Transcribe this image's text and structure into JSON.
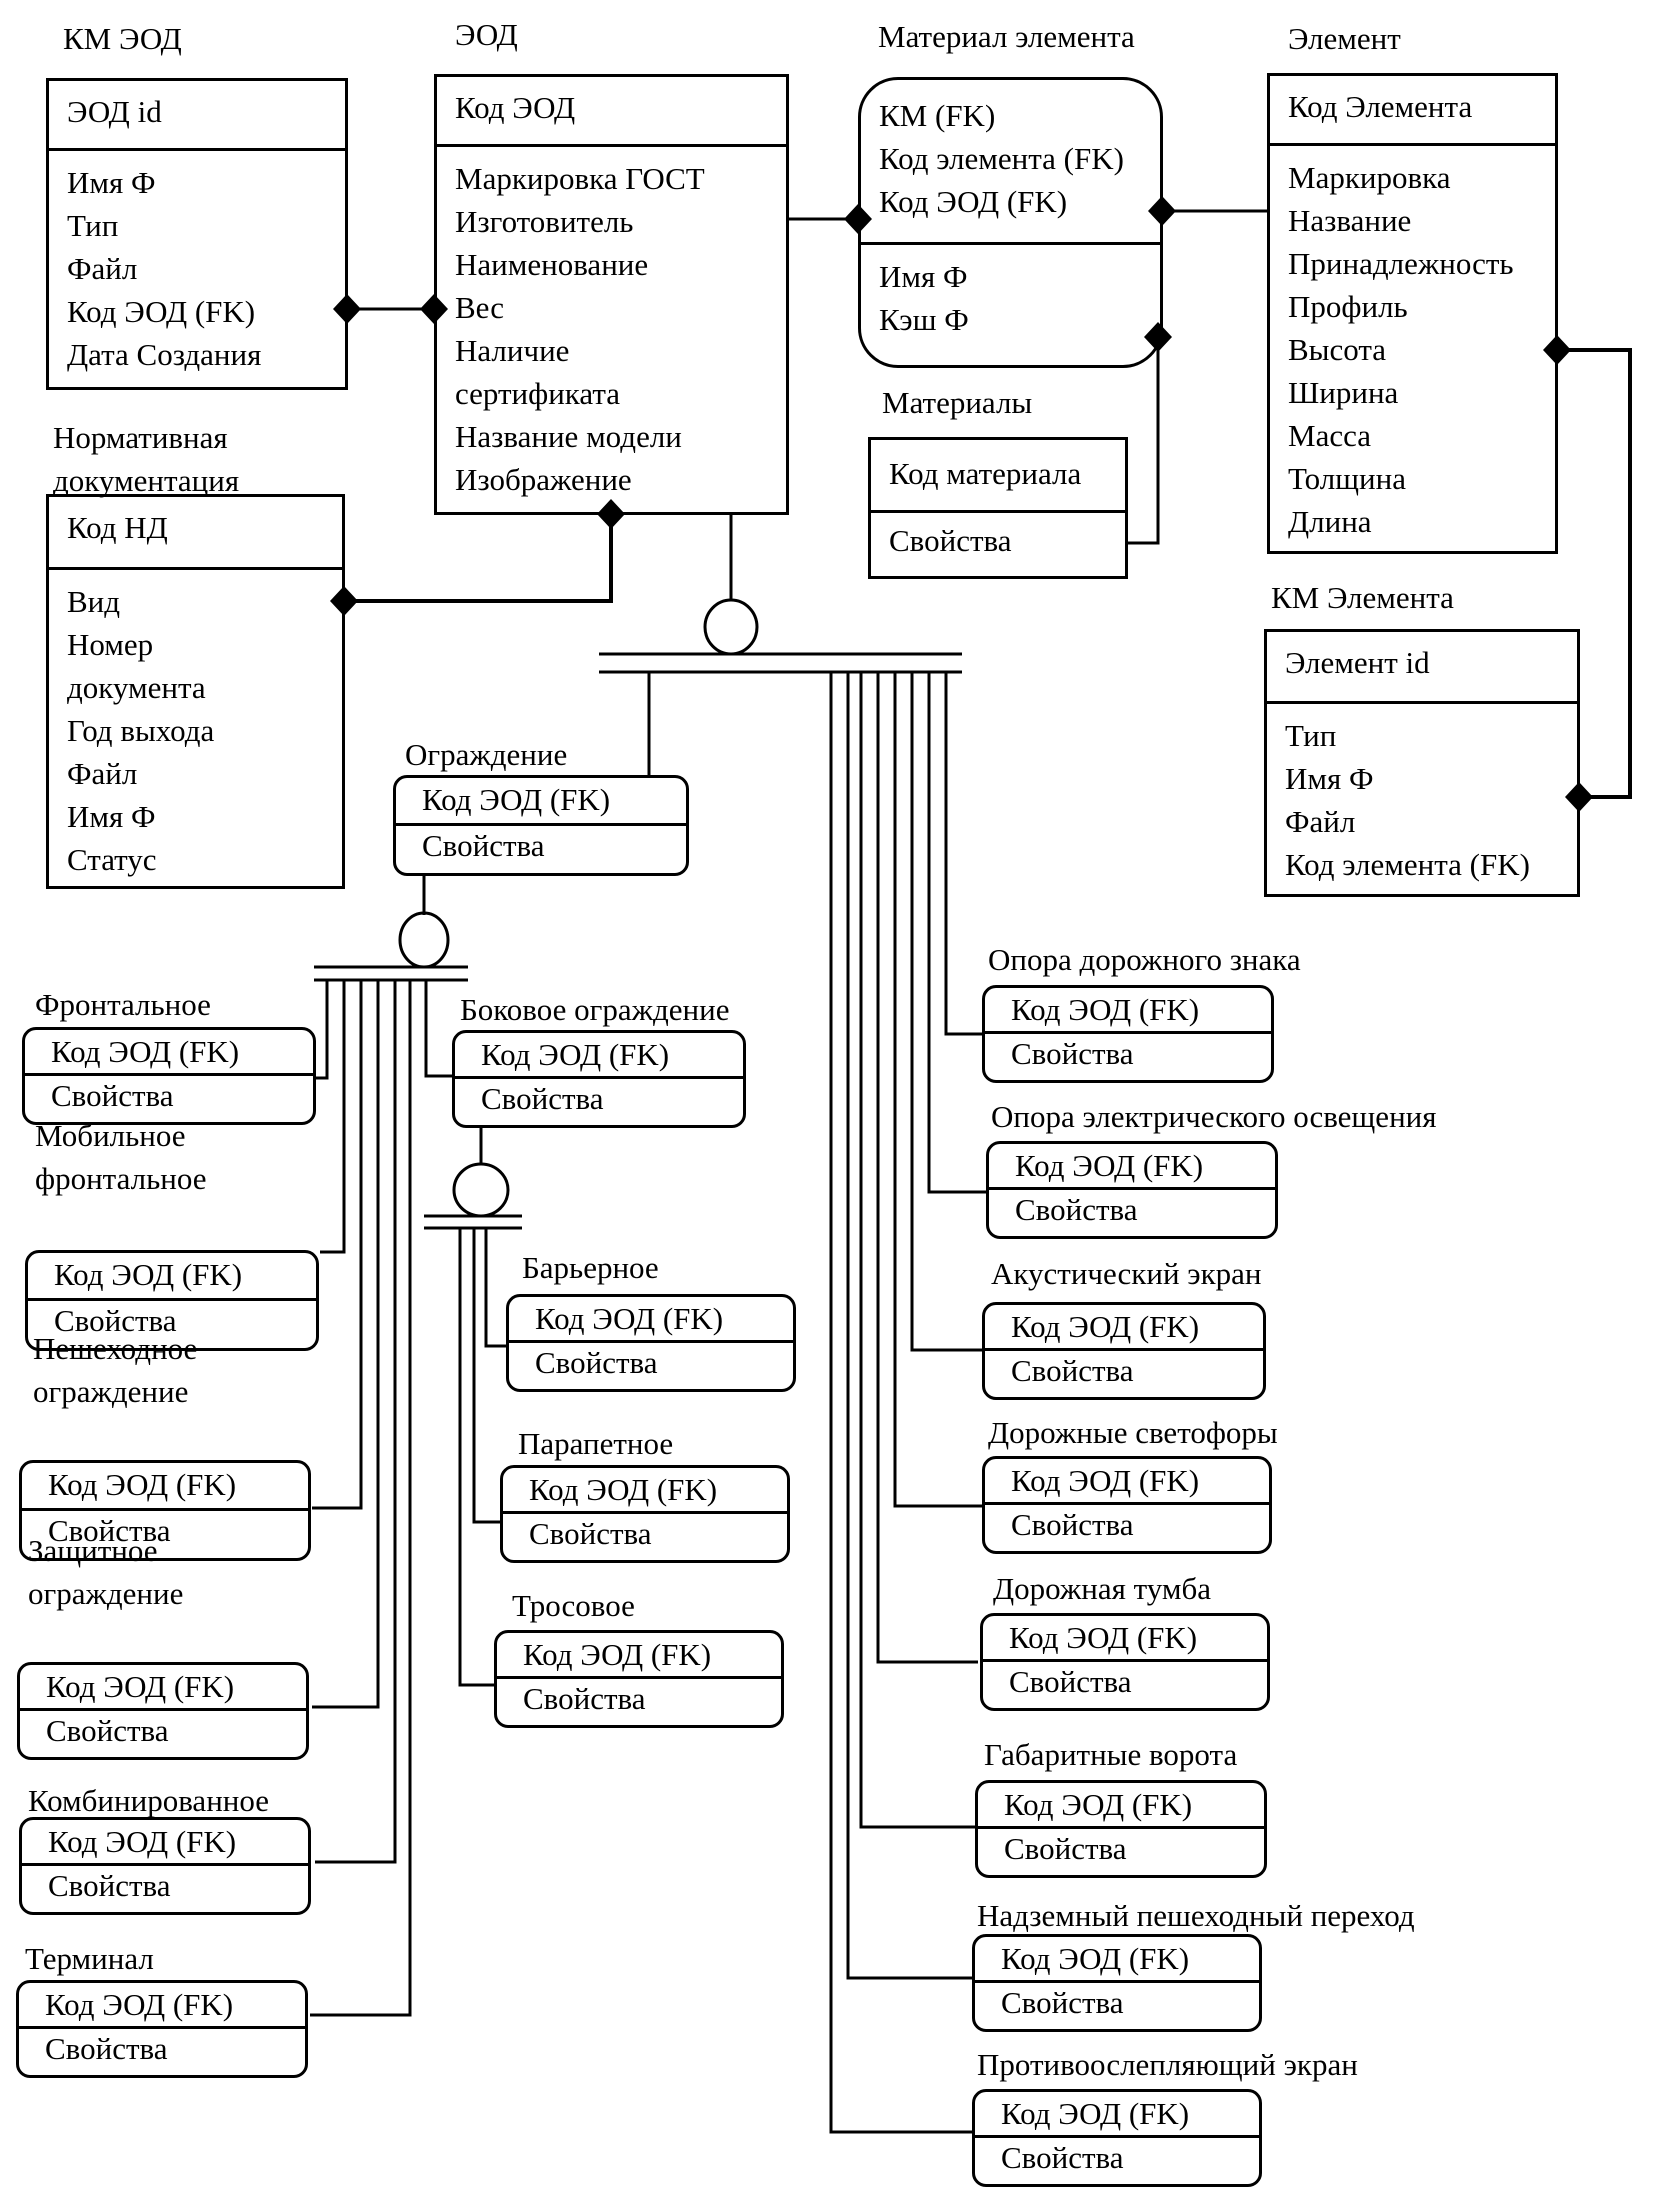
{
  "entities": {
    "km_eod": {
      "title": "КМ ЭОД",
      "key": "ЭОД id",
      "attrs": [
        "Имя Ф",
        "Тип",
        "Файл",
        "Код ЭОД (FK)",
        "Дата Создания"
      ]
    },
    "eod": {
      "title": "ЭОД",
      "key": "Код ЭОД",
      "attrs": [
        "Маркировка ГОСТ",
        "Изготовитель",
        "Наименование",
        "Вес",
        "Наличие",
        "сертификата",
        "Название модели",
        "Изображение"
      ]
    },
    "material_element": {
      "title": "Материал элемента",
      "key_lines": [
        "КМ (FK)",
        "Код элемента (FK)",
        "Код ЭОД (FK)"
      ],
      "attrs": [
        "Имя Ф",
        "Кэш Ф"
      ]
    },
    "element": {
      "title": "Элемент",
      "key": "Код Элемента",
      "attrs": [
        "Маркировка",
        "Название",
        "Принадлежность",
        "Профиль",
        "Высота",
        "Ширина",
        "Масса",
        "Толщина",
        "Длина"
      ]
    },
    "materials": {
      "title": "Материалы",
      "key": "Код материала",
      "attrs": [
        "Свойства"
      ]
    },
    "km_element": {
      "title": "КМ Элемента",
      "key": "Элемент id",
      "attrs": [
        "Тип",
        "Имя Ф",
        "Файл",
        "Код элемента (FK)"
      ]
    },
    "nd": {
      "title_lines": [
        "Нормативная",
        "документация"
      ],
      "key": "Код НД",
      "attrs": [
        "Вид",
        "Номер",
        "документа",
        "Год выхода",
        "Файл",
        "Имя Ф",
        "Статус"
      ]
    }
  },
  "subtype_fields": {
    "key": "Код ЭОД (FK)",
    "props": "Свойства"
  },
  "subtypes": {
    "ograzhdenie": "Ограждение",
    "frontalnoe": "Фронтальное",
    "mobilnoe": [
      "Мобильное",
      "фронтальное"
    ],
    "peshehodnoe": [
      "Пешеходное",
      "ограждение"
    ],
    "zashchitnoe": [
      "Защитное",
      "ограждение"
    ],
    "kombinirovannoe": "Комбинированное",
    "terminal": "Терминал",
    "bokovoe": "Боковое ограждение",
    "barernoe": "Барьерное",
    "parapetnoe": "Парапетное",
    "trosovoe": "Тросовое",
    "opora_znaka": "Опора дорожного знака",
    "opora_osv": "Опора электрического освещения",
    "akust": "Акустический экран",
    "svetofory": "Дорожные светофоры",
    "tumba": "Дорожная тумба",
    "vorota": "Габаритные ворота",
    "perehod": "Надземный пешеходный переход",
    "protivo": "Противоослепляющий экран"
  }
}
